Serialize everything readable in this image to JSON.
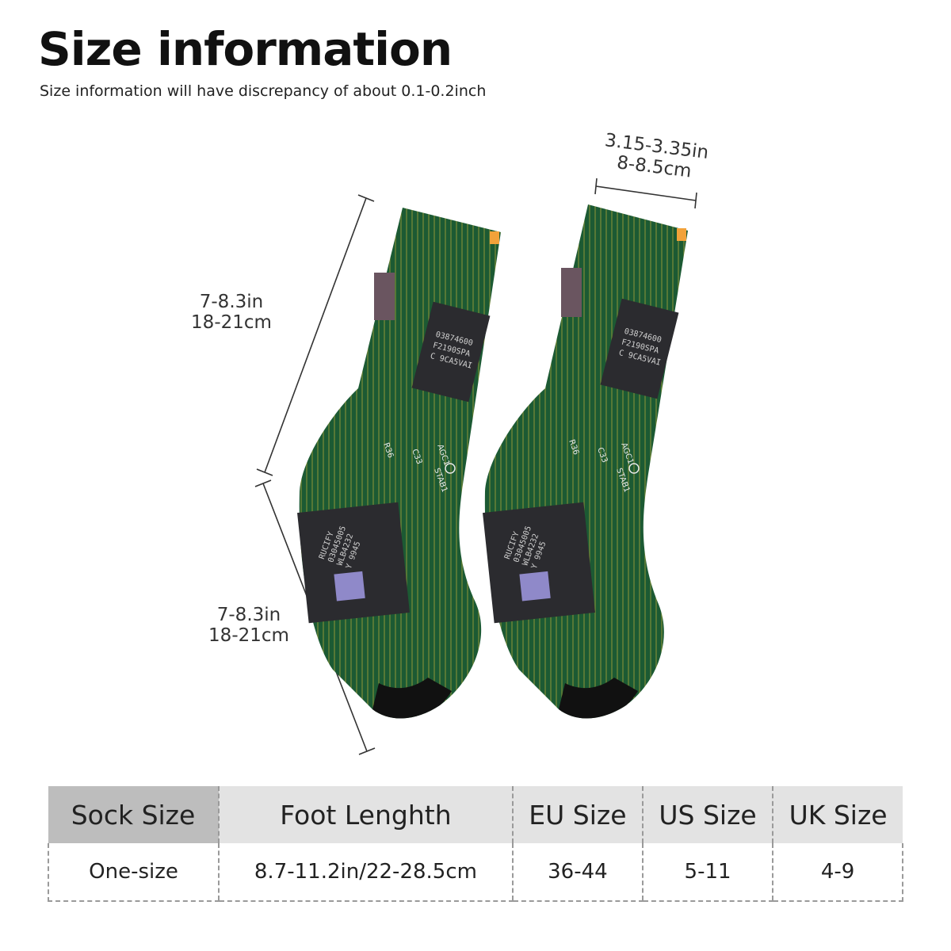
{
  "header": {
    "title": "Size information",
    "subtitle": "Size information will have discrepancy of about 0.1-0.2inch"
  },
  "dimensions": {
    "leg": {
      "in": "7-8.3in",
      "cm": "18-21cm"
    },
    "foot": {
      "in": "7-8.3in",
      "cm": "18-21cm"
    },
    "width": {
      "in": "3.15-3.35in",
      "cm": "8-8.5cm"
    }
  },
  "sock_print": {
    "chip_large": [
      "03874600",
      "F2190SPA",
      "C 9CA5VAI"
    ],
    "chip_foot": [
      "RUCIFY",
      "03045005",
      "WLB4232",
      "Y 9945"
    ],
    "labels": [
      "R36",
      "C33",
      "AGC1",
      "STAB1"
    ]
  },
  "colors": {
    "pcb_green": "#1c5a33",
    "trace": "#c9b43a",
    "toe": "#111111",
    "chip": "#2b2b2f"
  },
  "size_table": {
    "headers": [
      "Sock Size",
      "Foot Lenghth",
      "EU Size",
      "US Size",
      "UK Size"
    ],
    "row": [
      "One-size",
      "8.7-11.2in/22-28.5cm",
      "36-44",
      "5-11",
      "4-9"
    ]
  }
}
